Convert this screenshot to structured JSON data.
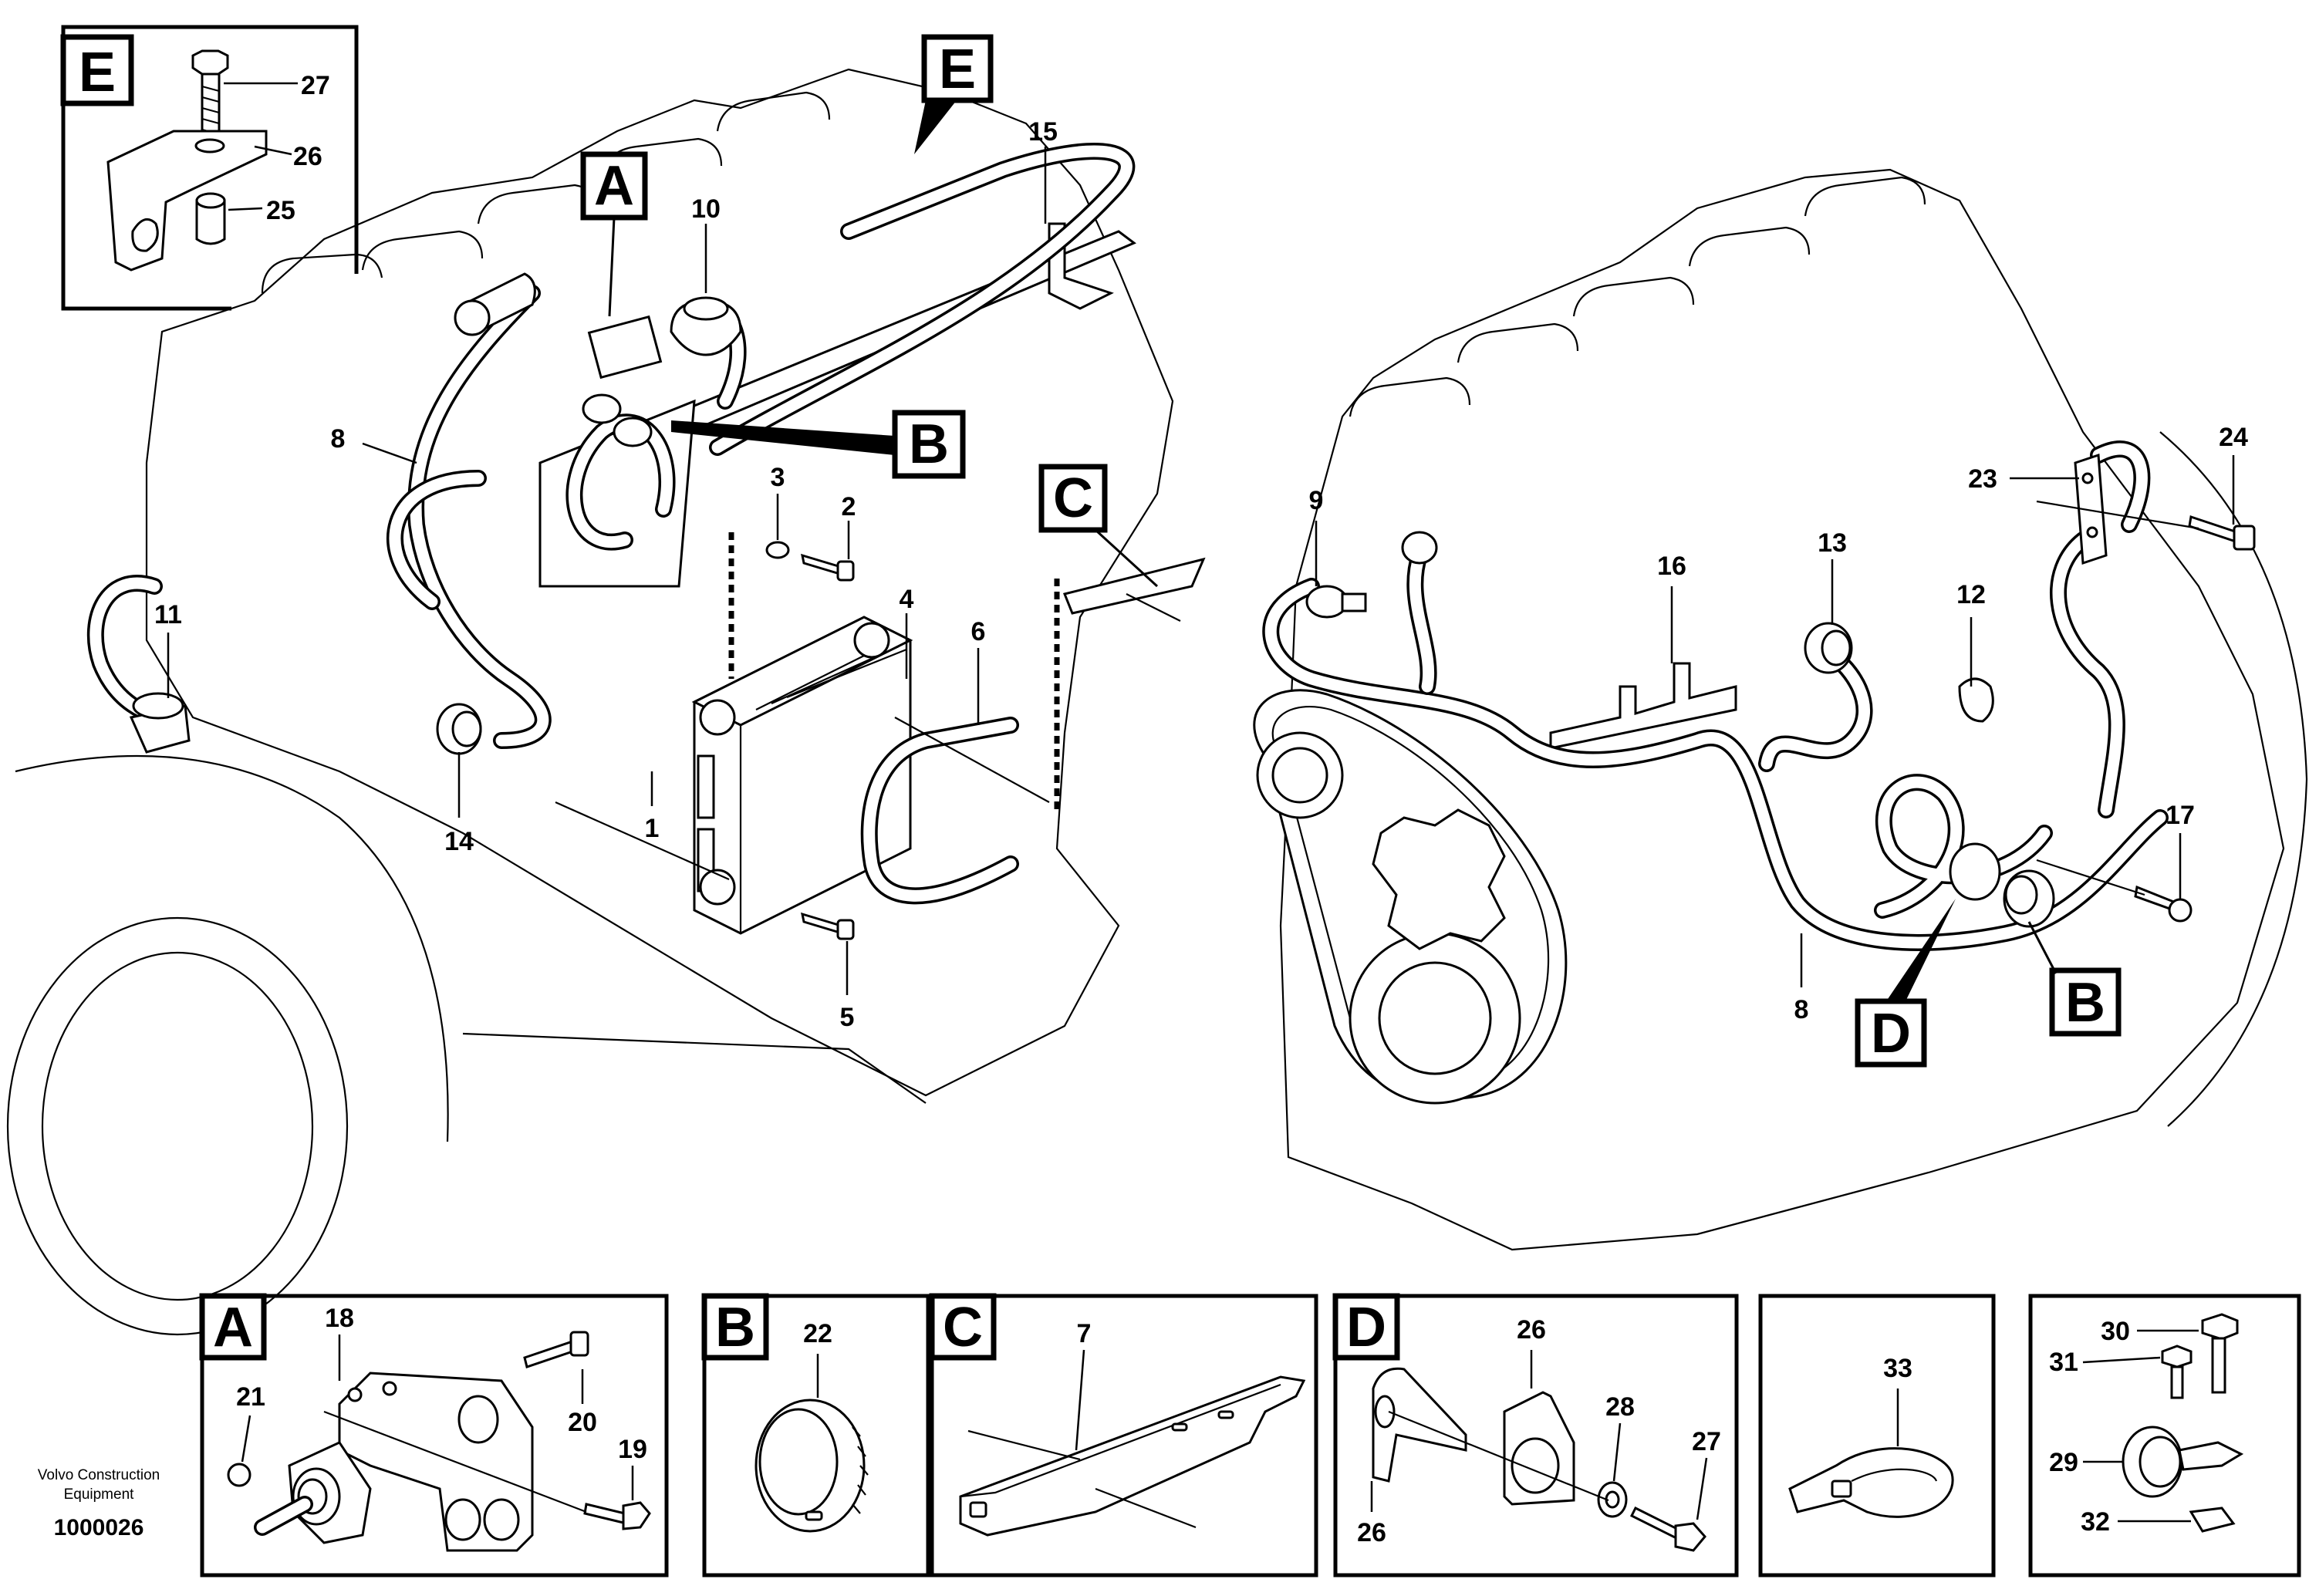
{
  "document": {
    "publisher_line1": "Volvo Construction",
    "publisher_line2": "Equipment",
    "figure_code": "1000026"
  },
  "view_tags": {
    "a": "A",
    "b_left": "B",
    "b_right": "B",
    "c": "C",
    "d": "D",
    "e_top": "E",
    "e_inset": "E"
  },
  "detail_tags": {
    "a": "A",
    "b": "B",
    "c": "C",
    "d": "D"
  },
  "callouts": {
    "inset_e": {
      "p27": "27",
      "p26": "26",
      "p25": "25"
    },
    "left_view": {
      "p15": "15",
      "p10": "10",
      "p8": "8",
      "p3": "3",
      "p2": "2",
      "p4": "4",
      "p6": "6",
      "p11": "11",
      "p14": "14",
      "p1": "1",
      "p5": "5"
    },
    "right_view": {
      "p9": "9",
      "p16": "16",
      "p13": "13",
      "p12": "12",
      "p23": "23",
      "p24": "24",
      "p17": "17",
      "p8": "8"
    },
    "detail_a": {
      "p18": "18",
      "p21": "21",
      "p20": "20",
      "p19": "19"
    },
    "detail_b": {
      "p22": "22"
    },
    "detail_c": {
      "p7": "7"
    },
    "detail_d": {
      "p26_top": "26",
      "p28": "28",
      "p27": "27",
      "p26_bottom": "26"
    },
    "detail_tie": {
      "p33": "33"
    },
    "detail_hw": {
      "p30": "30",
      "p31": "31",
      "p29": "29",
      "p32": "32"
    }
  }
}
